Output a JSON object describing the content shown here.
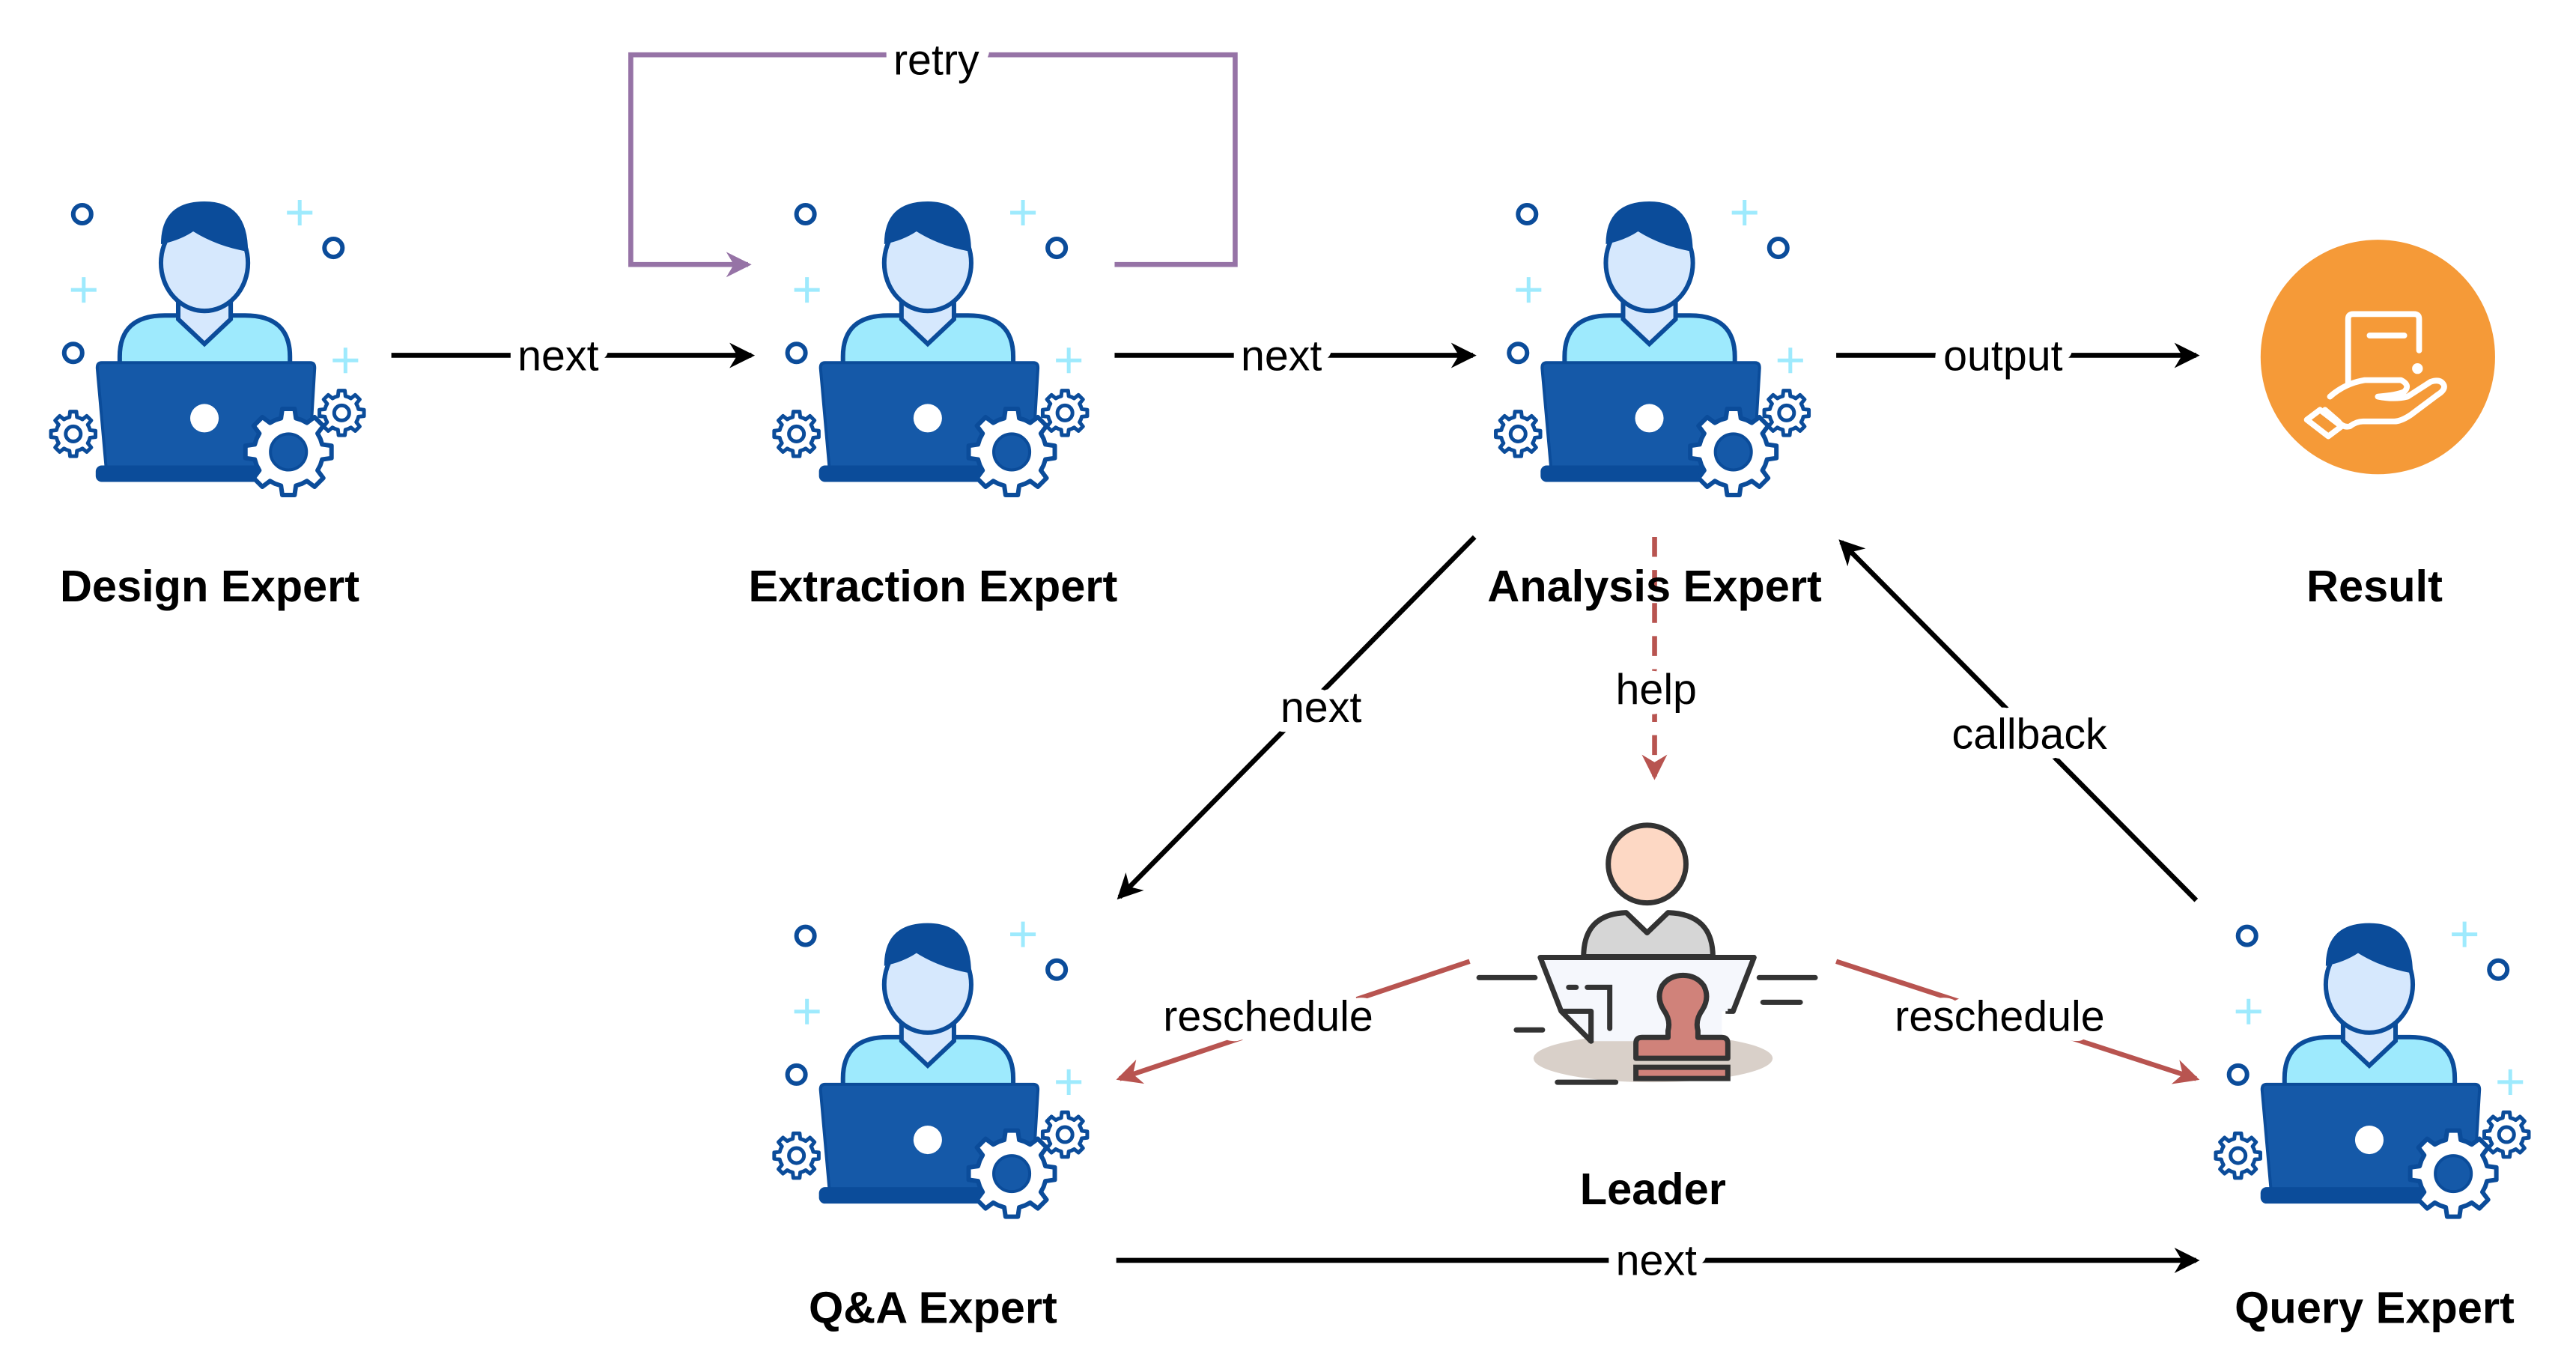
{
  "colors": {
    "edge_default": "#000000",
    "edge_retry": "#9673a6",
    "edge_leader": "#b85450",
    "expert_dark_blue": "#0b4c9a",
    "expert_laptop_blue": "#1559a8",
    "expert_shirt": "#9eeafd",
    "expert_face": "#d6e8fd",
    "result_orange": "#f59a38",
    "leader_stamp": "#d0827a"
  },
  "nodes": {
    "design": {
      "label": "Design Expert",
      "icon": "expert-laptop-icon"
    },
    "extraction": {
      "label": "Extraction Expert",
      "icon": "expert-laptop-icon"
    },
    "analysis": {
      "label": "Analysis Expert",
      "icon": "expert-laptop-icon"
    },
    "result": {
      "label": "Result",
      "icon": "hand-document-icon"
    },
    "qa": {
      "label": "Q&A Expert",
      "icon": "expert-laptop-icon"
    },
    "query": {
      "label": "Query Expert",
      "icon": "expert-laptop-icon"
    },
    "leader": {
      "label": "Leader",
      "icon": "leader-stamp-icon"
    }
  },
  "edges": {
    "design_extraction": {
      "label": "next"
    },
    "extraction_retry": {
      "label": "retry"
    },
    "extraction_analysis": {
      "label": "next"
    },
    "analysis_result": {
      "label": "output"
    },
    "analysis_qa": {
      "label": "next"
    },
    "leader_help": {
      "label": "help"
    },
    "query_callback": {
      "label": "callback"
    },
    "leader_reschedule_qa": {
      "label": "reschedule"
    },
    "leader_reschedule_query": {
      "label": "reschedule"
    },
    "qa_query": {
      "label": "next"
    }
  }
}
